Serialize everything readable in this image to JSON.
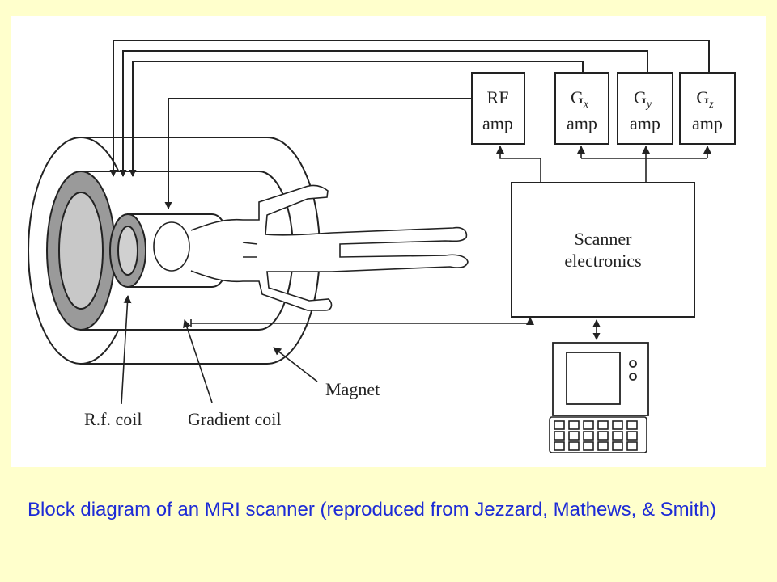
{
  "slide": {
    "background_color": "#ffffcc",
    "caption": "Block diagram of an MRI scanner (reproduced from Jezzard, Mathews, & Smith)",
    "caption_color": "#1d2bd6"
  },
  "diagram": {
    "amplifiers": [
      {
        "id": "rf",
        "line1": "RF",
        "line1_sub": "",
        "line2": "amp"
      },
      {
        "id": "gx",
        "line1": "G",
        "line1_sub": "x",
        "line2": "amp"
      },
      {
        "id": "gy",
        "line1": "G",
        "line1_sub": "y",
        "line2": "amp"
      },
      {
        "id": "gz",
        "line1": "G",
        "line1_sub": "z",
        "line2": "amp"
      }
    ],
    "scanner_electronics": {
      "line1": "Scanner",
      "line2": "electronics"
    },
    "labels": {
      "rf_coil": "R.f. coil",
      "gradient_coil": "Gradient coil",
      "magnet": "Magnet"
    }
  }
}
